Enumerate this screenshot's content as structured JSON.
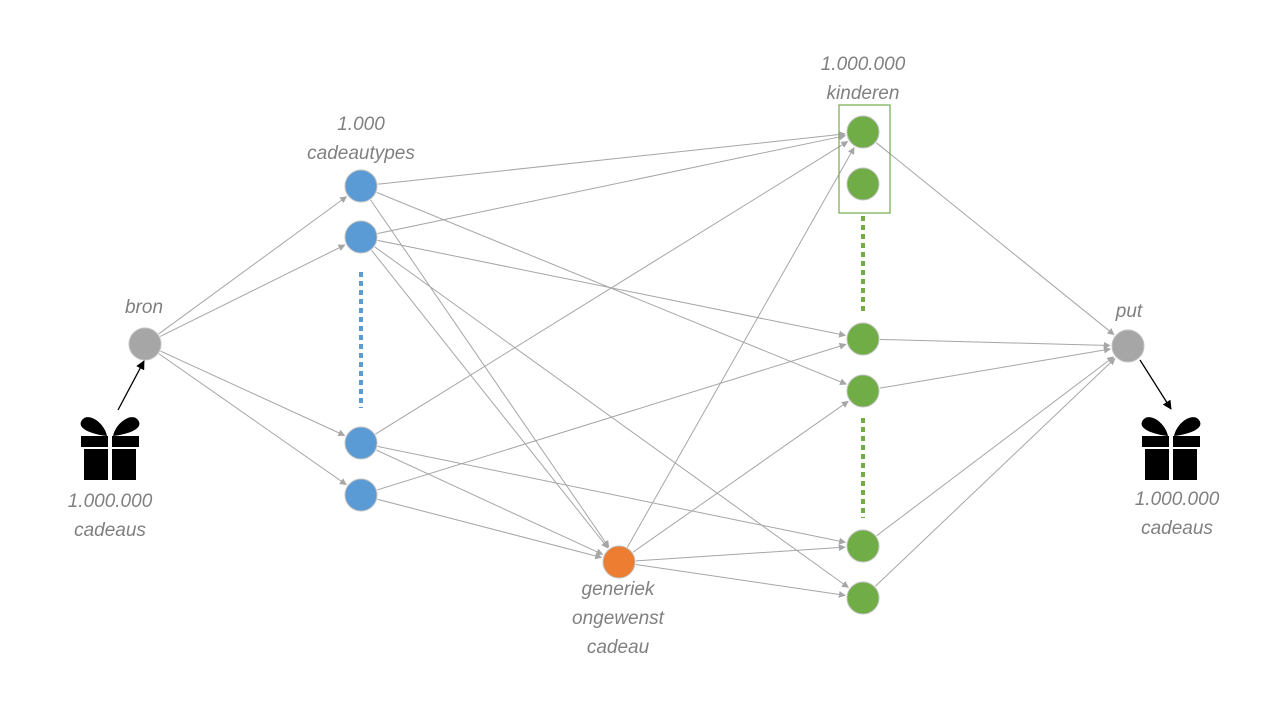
{
  "labels": {
    "source_count": "1.000.000",
    "source_unit": "cadeaus",
    "source_node": "bron",
    "gift_types_count": "1.000",
    "gift_types_unit": "cadeautypes",
    "children_count": "1.000.000",
    "children_unit": "kinderen",
    "sink_node": "put",
    "sink_count": "1.000.000",
    "sink_unit": "cadeaus",
    "generic_line1": "generiek",
    "generic_line2": "ongewenst",
    "generic_line3": "cadeau"
  },
  "colors": {
    "edge": "#a6a6a6",
    "terminal_node": "#a6a6a6",
    "gift_type_node": "#5b9bd5",
    "child_node": "#70ad47",
    "generic_node": "#ed7d31",
    "gift_icon": "#000000",
    "label_text": "#808080"
  },
  "icons": [
    "gift-icon",
    "gift-icon"
  ]
}
